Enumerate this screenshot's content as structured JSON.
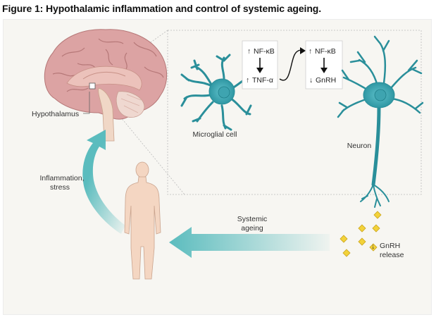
{
  "figure": {
    "title": "Figure 1: Hypothalamic inflammation and control of systemic ageing."
  },
  "labels": {
    "hypothalamus": "Hypothalamus",
    "microglial_cell": "Microglial cell",
    "neuron": "Neuron",
    "inflammation_line1": "Inflammation,",
    "inflammation_line2": "stress",
    "systemic_line1": "Systemic",
    "systemic_line2": "ageing",
    "gnrh_release_line1": "GnRH",
    "gnrh_release_line2": "release"
  },
  "microglia_box": {
    "top_text": "NF-κB",
    "bottom_text": "TNF-α"
  },
  "neuron_box": {
    "top_text": "NF-κB",
    "bottom_text": "GnRH"
  },
  "colors": {
    "brain": "#d99a9a",
    "brain_fold": "#b97878",
    "cell_teal": "#3aa9b5",
    "arrow_teal": "#6fc2c4",
    "body_tan": "#f3d5c0",
    "gnrh_yellow": "#f3d23a"
  }
}
